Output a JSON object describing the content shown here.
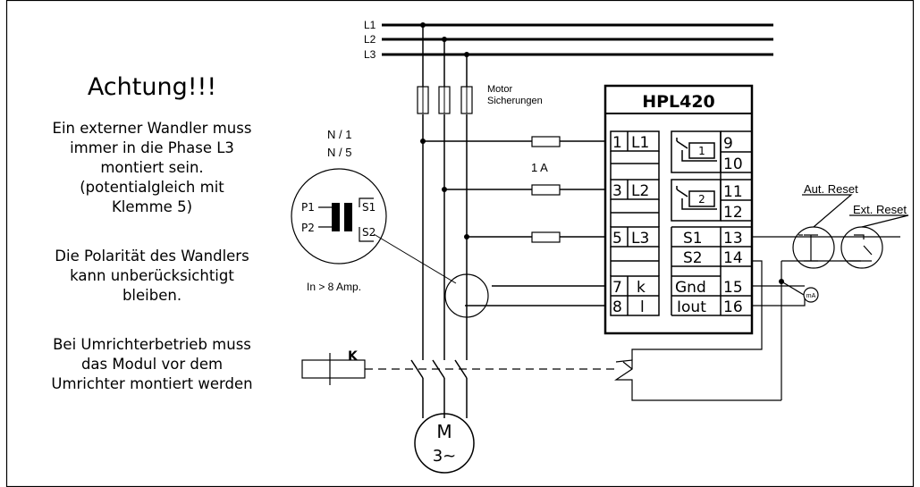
{
  "left_panel": {
    "title": "Achtung!!!",
    "note1": [
      "Ein externer Wandler muss",
      "immer in die Phase L3",
      "montiert sein.",
      "(potentialgleich mit",
      "Klemme 5)"
    ],
    "note2": [
      "Die Polarität des Wandlers",
      "kann unberücksichtigt",
      "bleiben."
    ],
    "note3": [
      "Bei Umrichterbetrieb muss",
      "das Modul vor dem",
      "Umrichter montiert werden"
    ]
  },
  "supply": {
    "l1": "L1",
    "l2": "L2",
    "l3": "L3"
  },
  "fuses": {
    "motor_label_1": "Motor",
    "motor_label_2": "Sicherungen",
    "control_fuse": "1 A"
  },
  "transformer": {
    "n1": "N / 1",
    "n5": "N / 5",
    "p1": "P1",
    "p2": "P2",
    "s1": "S1",
    "s2": "S2",
    "rating": "In > 8 Amp."
  },
  "module": {
    "name": "HPL420",
    "left_terminals": [
      {
        "num": "1",
        "name": "L1"
      },
      {
        "num": "3",
        "name": "L2"
      },
      {
        "num": "5",
        "name": "L3"
      },
      {
        "num": "7",
        "name": "k"
      },
      {
        "num": "8",
        "name": "l"
      }
    ],
    "relay1": "1",
    "relay2": "2",
    "right_terminals": [
      {
        "num": "9"
      },
      {
        "num": "10"
      },
      {
        "num": "11"
      },
      {
        "num": "12"
      },
      {
        "num": "13",
        "name": "S1"
      },
      {
        "num": "14",
        "name": "S2"
      },
      {
        "num": "15",
        "name": "Gnd"
      },
      {
        "num": "16",
        "name": "Iout"
      }
    ]
  },
  "reset": {
    "aut": "Aut. Reset",
    "ext": "Ext. Reset"
  },
  "meter": "mA",
  "contactor": "K",
  "motor": {
    "m": "M",
    "phase": "3~"
  }
}
